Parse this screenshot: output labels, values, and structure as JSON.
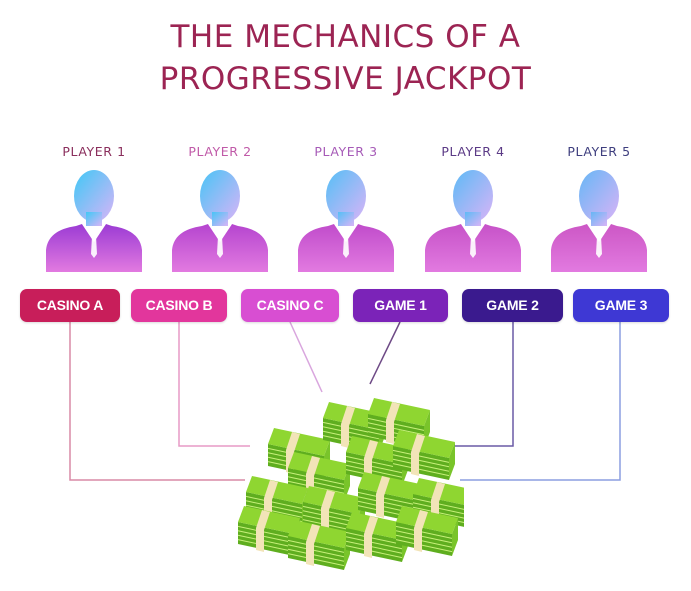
{
  "title": {
    "line1": "THE MECHANICS OF A",
    "line2": "PROGRESSIVE JACKPOT",
    "color": "#9c2453"
  },
  "players": [
    {
      "label": "PLAYER 1",
      "label_color": "#8a2e5c",
      "head_color": "#3fc8f6",
      "body_color": "#9b3bd4"
    },
    {
      "label": "PLAYER 2",
      "label_color": "#c05aa8",
      "head_color": "#48c4f6",
      "body_color": "#b545cf"
    },
    {
      "label": "PLAYER 3",
      "label_color": "#a65ab7",
      "head_color": "#55bff6",
      "body_color": "#c04ccb"
    },
    {
      "label": "PLAYER 4",
      "label_color": "#5b3a86",
      "head_color": "#5dbaf6",
      "body_color": "#c652c8"
    },
    {
      "label": "PLAYER 5",
      "label_color": "#3e3e7e",
      "head_color": "#66b6f5",
      "body_color": "#cc57c5"
    }
  ],
  "tags": [
    {
      "label": "CASINO A",
      "color": "#c81e5a"
    },
    {
      "label": "CASINO B",
      "color": "#e2369c"
    },
    {
      "label": "CASINO C",
      "color": "#d84ed2"
    },
    {
      "label": "GAME 1",
      "color": "#7b23b8"
    },
    {
      "label": "GAME 2",
      "color": "#3a1a8e"
    },
    {
      "label": "GAME 3",
      "color": "#3e38d4"
    }
  ],
  "connector_colors": {
    "casino_a": "#d98aa6",
    "casino_b": "#e79ac6",
    "casino_c": "#d9a6de",
    "game_1": "#6e4a86",
    "game_2": "#6a5aa6",
    "game_3": "#8b9ee0"
  },
  "jackpot": {
    "icon": "money-stack-icon",
    "bill_color": "#8fd631",
    "band_color": "#f2e4b8"
  }
}
